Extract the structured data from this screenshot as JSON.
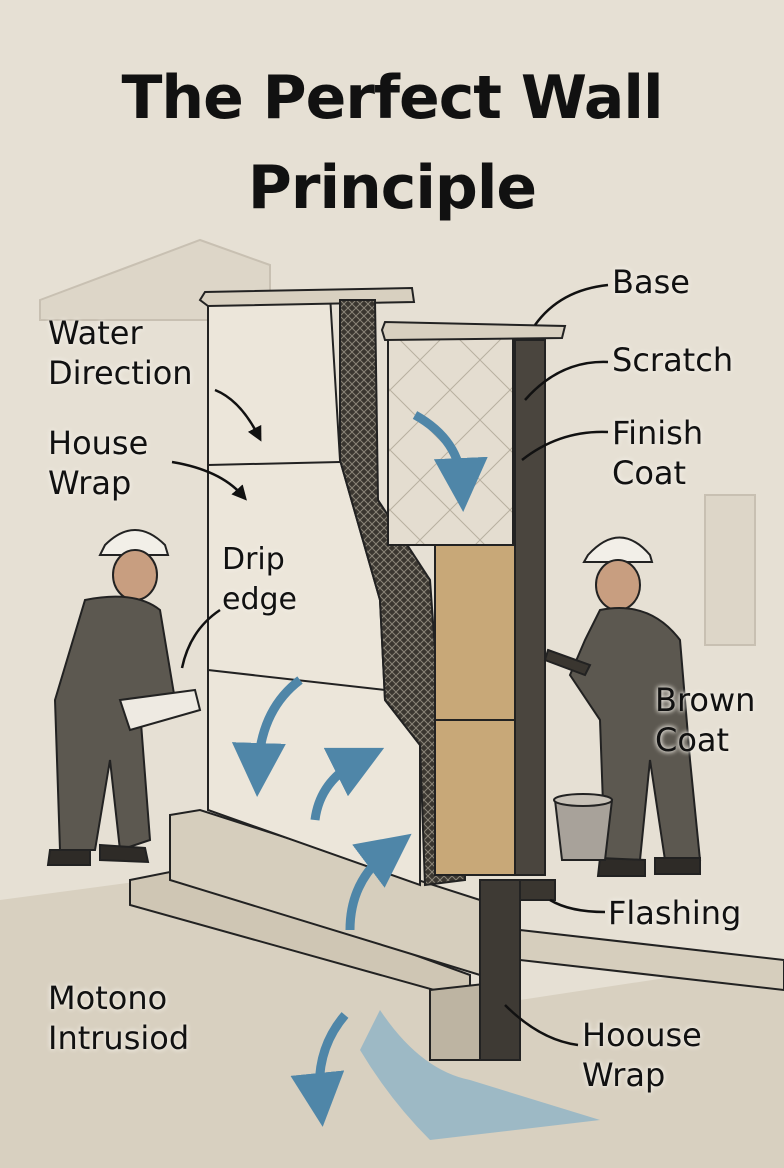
{
  "title": {
    "line1": "The Perfect Wall",
    "line2": "Principle"
  },
  "labels": {
    "water_direction": [
      "Water",
      "Direction"
    ],
    "house_wrap_left": [
      "House",
      "Wrap"
    ],
    "drip_edge": [
      "Drip",
      "edge"
    ],
    "base": "Base",
    "scratch": "Scratch",
    "finish_coat": [
      "Finish",
      "Coat"
    ],
    "brown_coat": [
      "Brown",
      "Coat"
    ],
    "flashing": "Flashing",
    "motono_intrusiod": [
      "Motono",
      "Intrusiod"
    ],
    "hoouse_wrap": [
      "Hoouse",
      "Wrap"
    ]
  },
  "colors": {
    "background": "#e6e0d4",
    "arrow": "#4f86a8",
    "water": "#8fb3c6",
    "brown_coat": "#c8a878",
    "text": "#111111"
  }
}
